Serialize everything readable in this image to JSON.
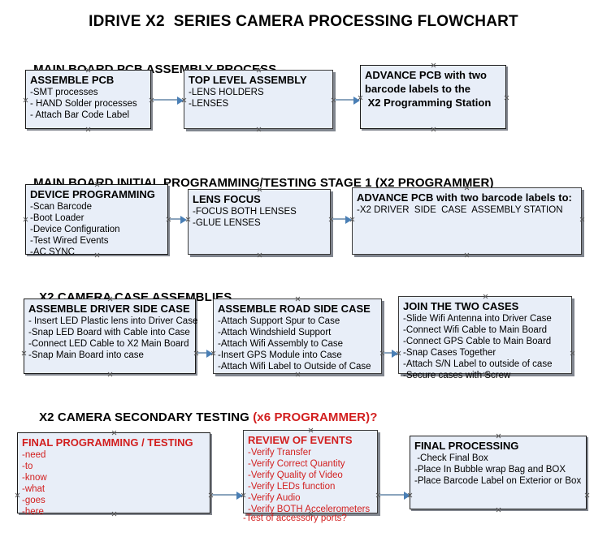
{
  "document": {
    "title": "IDRIVE X2  SERIES CAMERA PROCESSING FLOWCHART"
  },
  "colors": {
    "box_fill": "#e8eef8",
    "box_border": "#1b1b1b",
    "accent_red": "#d21f1f",
    "connector_line": "#8ba4bd",
    "connector_arrow": "#4a7fb5",
    "text": "#000000"
  },
  "sections": [
    {
      "id": "main-board-pcb-assembly",
      "heading": "MAIN BOARD PCB ASSEMBLY PROCESS",
      "heading_accent": "",
      "boxes": [
        {
          "id": "assemble-pcb",
          "title": "ASSEMBLE PCB",
          "lines": [
            "-SMT processes",
            "- HAND Solder processes",
            "- Attach Bar Code Label"
          ]
        },
        {
          "id": "top-level-assembly",
          "title": "TOP LEVEL ASSEMBLY",
          "lines": [
            "-LENS HOLDERS",
            "-LENSES"
          ]
        },
        {
          "id": "advance-pcb-programming-station",
          "title_lines": [
            "ADVANCE PCB with two",
            "barcode labels to the",
            " X2 Programming Station"
          ],
          "lines": []
        }
      ]
    },
    {
      "id": "main-board-initial-programming",
      "heading": "MAIN BOARD INITIAL PROGRAMMING/TESTING STAGE 1 (X2 PROGRAMMER)",
      "heading_accent": "",
      "boxes": [
        {
          "id": "device-programming",
          "title": "DEVICE PROGRAMMING",
          "lines": [
            "-Scan Barcode",
            "-Boot Loader",
            "-Device Configuration",
            "-Test Wired Events",
            "-AC SYNC"
          ]
        },
        {
          "id": "lens-focus",
          "title": "LENS FOCUS",
          "lines": [
            "-FOCUS BOTH LENSES",
            "-GLUE LENSES"
          ]
        },
        {
          "id": "advance-pcb-driver-side-case",
          "title": "ADVANCE PCB with two barcode labels to:",
          "lines": [
            "-X2 DRIVER  SIDE  CASE  ASSEMBLY STATION"
          ]
        }
      ]
    },
    {
      "id": "x2-camera-case-assemblies",
      "heading": "X2 CAMERA CASE ASSEMBLIES",
      "heading_accent": "",
      "boxes": [
        {
          "id": "assemble-driver-side-case",
          "title": "ASSEMBLE DRIVER SIDE CASE",
          "lines": [
            "- Insert LED Plastic lens into Driver Case",
            "-Snap LED Board with Cable into Case",
            "-Connect LED Cable to X2 Main Board",
            "-Snap Main Board into case"
          ]
        },
        {
          "id": "assemble-road-side-case",
          "title": "ASSEMBLE ROAD SIDE CASE",
          "lines": [
            "-Attach Support Spur to Case",
            "-Attach Windshield Support",
            "-Attach Wifi Assembly to Case",
            "-Insert GPS Module into Case",
            "-Attach Wifi Label to Outside of Case"
          ]
        },
        {
          "id": "join-the-two-cases",
          "title": "JOIN THE TWO CASES",
          "lines": [
            "-Slide Wifi Antenna into Driver Case",
            "-Connect Wifi Cable to Main Board",
            "-Connect GPS Cable to Main Board",
            "-Snap Cases Together",
            "-Attach S/N Label to outside of case",
            "-Secure cases with Screw"
          ]
        }
      ]
    },
    {
      "id": "x2-camera-secondary-testing",
      "heading": "X2 CAMERA SECONDARY TESTING ",
      "heading_accent": "(x6 PROGRAMMER)?",
      "boxes": [
        {
          "id": "final-programming-testing",
          "title": "FINAL PROGRAMMING / TESTING",
          "lines": [
            "-need",
            "-to",
            "-know",
            "-what",
            "-goes",
            "-here"
          ]
        },
        {
          "id": "review-of-events",
          "title": "REVIEW OF EVENTS",
          "lines": [
            "-Verify Transfer",
            "-Verify Correct Quantity",
            "-Verify Quality of Video",
            "-Verify LEDs function",
            "-Verify Audio",
            "-Verify BOTH Accelerometers"
          ],
          "overflow_line": "-Test of accessory ports?"
        },
        {
          "id": "final-processing",
          "title": "FINAL PROCESSING",
          "lines": [
            " -Check Final Box",
            "-Place In Bubble wrap Bag and BOX",
            "-Place Barcode Label on Exterior or Box"
          ]
        }
      ]
    }
  ]
}
